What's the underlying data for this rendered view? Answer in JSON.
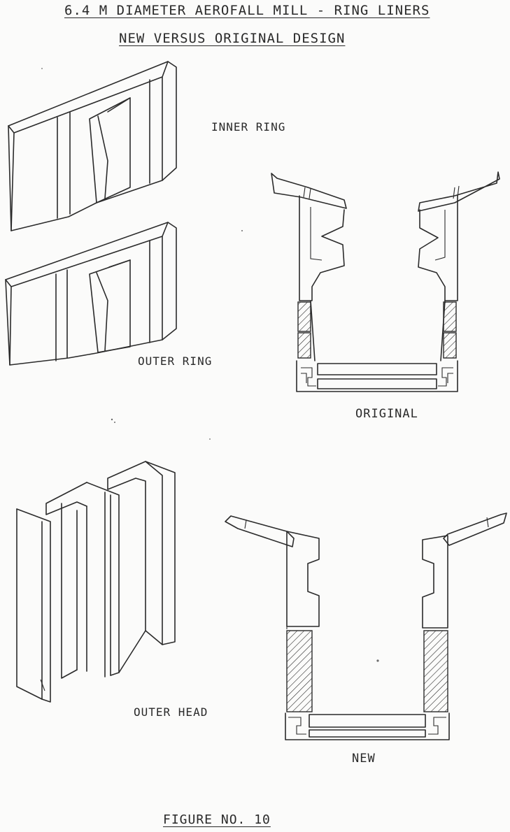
{
  "title_line1": "6.4 M DIAMETER AEROFALL MILL - RING LINERS",
  "title_line2": "NEW VERSUS ORIGINAL DESIGN",
  "labels": {
    "inner_ring": "INNER RING",
    "outer_ring": "OUTER RING",
    "outer_head": "OUTER HEAD",
    "original": "ORIGINAL",
    "new": "NEW"
  },
  "figure_caption": "FIGURE NO. 10",
  "colors": {
    "ink": "#2b2b2b",
    "paper": "#fbfbfa"
  }
}
